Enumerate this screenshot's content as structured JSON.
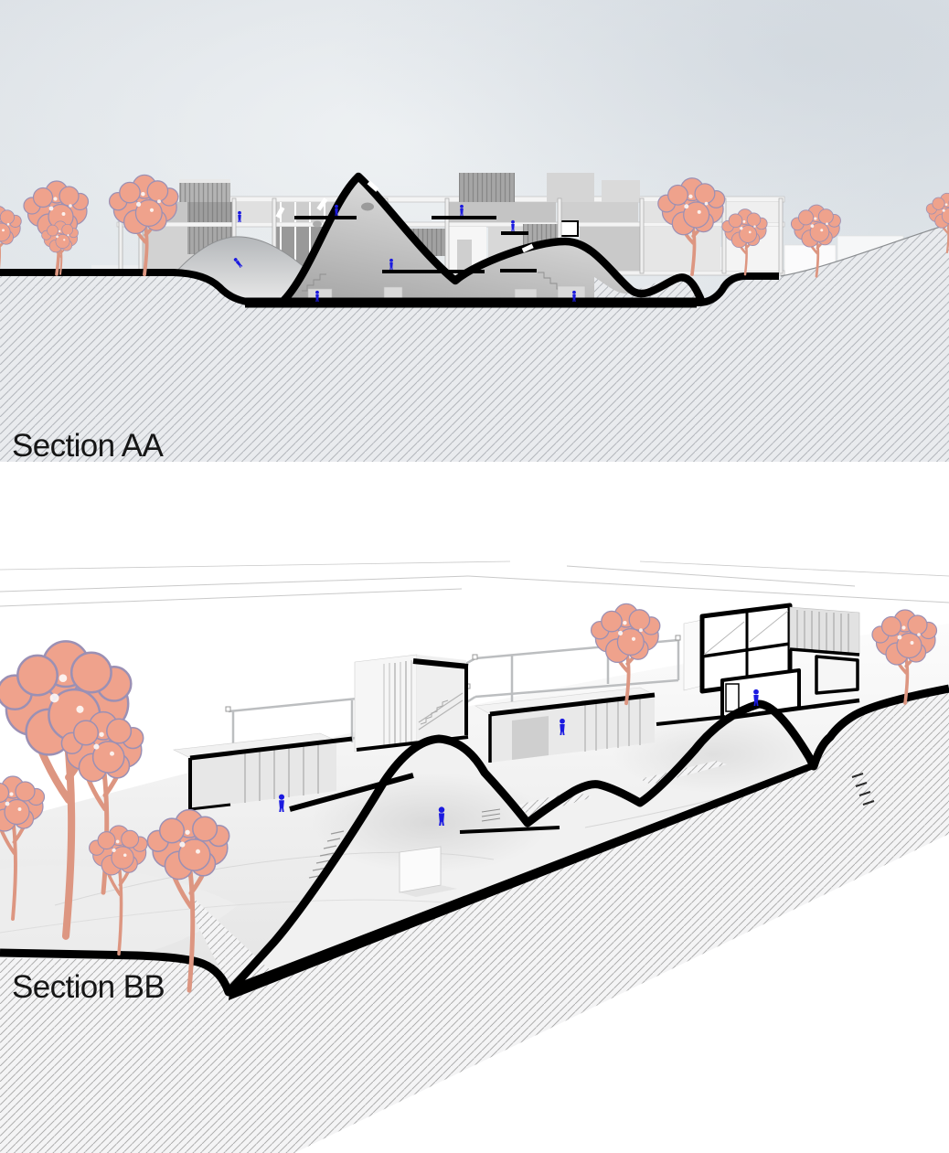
{
  "sections": [
    {
      "id": "AA",
      "label": "Section AA",
      "view": "cross-section elevation"
    },
    {
      "id": "BB",
      "label": "Section BB",
      "view": "perspective section"
    }
  ],
  "palette": {
    "sky": "#dee3e8",
    "cut_line_black": "#000000",
    "hatch_background_aa": "#e9ebee",
    "hatch_line_aa": "#b3b6bc",
    "hatch_background_bb": "#f4f4f5",
    "hatch_line_bb": "#a8a8a8",
    "tree_canopy": "#efa28c",
    "tree_outline": "#9b90b4",
    "tree_trunk": "#dd9681",
    "human_figure_blue": "#1b1ae0",
    "building_gray": "#c9c9c9"
  },
  "counts": {
    "figures_section_aa": 8,
    "figures_section_bb": 4,
    "trees_section_aa": 8,
    "trees_section_bb": 7
  }
}
